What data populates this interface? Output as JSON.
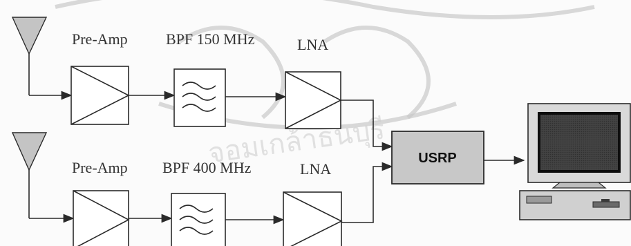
{
  "chain_top": {
    "pre_amp": "Pre-Amp",
    "bpf": "BPF 150 MHz",
    "lna": "LNA"
  },
  "chain_bottom": {
    "pre_amp": "Pre-Amp",
    "bpf": "BPF 400 MHz",
    "lna": "LNA"
  },
  "usrp": {
    "label": "USRP"
  },
  "watermark": {
    "text": "จอมเกล้าธนบุรี"
  },
  "colors": {
    "line": "#2a2a2a",
    "usrp_fill": "#c8c8c8",
    "antenna_fill": "#c4c4c4"
  }
}
